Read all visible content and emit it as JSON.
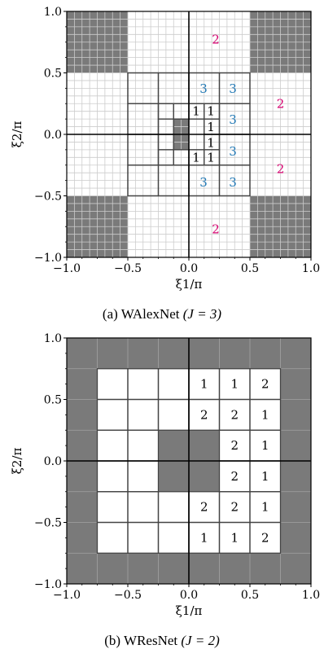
{
  "chart_data": [
    {
      "type": "heatmap",
      "caption": {
        "label": "(a)",
        "name": "WAlexNet",
        "j": "(J = 3)"
      },
      "xlabel": "ξ1/π",
      "ylabel": "ξ2/π",
      "xlim": [
        -1.0,
        1.0
      ],
      "ylim": [
        -1.0,
        1.0
      ],
      "x_ticks": [
        "−1.0",
        "−0.5",
        "0.0",
        "0.5",
        "1.0"
      ],
      "y_ticks": [
        "1.0",
        "0.5",
        "0.0",
        "−0.5",
        "−1.0"
      ],
      "grid": true,
      "minor_grid_step": 0.0625,
      "gray_regions": [
        [
          -1.0,
          0.5,
          -0.5,
          1.0
        ],
        [
          0.5,
          0.5,
          1.0,
          1.0
        ],
        [
          -1.0,
          -1.0,
          -0.5,
          -0.5
        ],
        [
          0.5,
          -1.0,
          1.0,
          -0.5
        ],
        [
          -0.125,
          -0.125,
          0.0,
          0.125
        ]
      ],
      "cells": [
        [
          -0.5,
          -0.5,
          0.5,
          0.5
        ],
        [
          -0.25,
          -0.25,
          0.25,
          0.25
        ],
        [
          -0.125,
          -0.125,
          0.125,
          0.125
        ],
        [
          -0.5,
          0.25,
          -0.25,
          0.5
        ],
        [
          -0.25,
          0.25,
          0.0,
          0.5
        ],
        [
          0.0,
          0.25,
          0.25,
          0.5
        ],
        [
          0.25,
          0.25,
          0.5,
          0.5
        ],
        [
          -0.5,
          0.0,
          -0.25,
          0.25
        ],
        [
          -0.5,
          -0.25,
          -0.25,
          0.0
        ],
        [
          -0.5,
          -0.5,
          -0.25,
          -0.25
        ],
        [
          -0.25,
          -0.5,
          0.0,
          -0.25
        ],
        [
          0.0,
          -0.5,
          0.25,
          -0.25
        ],
        [
          0.25,
          -0.5,
          0.5,
          -0.25
        ],
        [
          0.25,
          0.0,
          0.5,
          0.25
        ],
        [
          0.25,
          -0.25,
          0.5,
          0.0
        ],
        [
          -0.25,
          0.125,
          -0.125,
          0.25
        ],
        [
          -0.125,
          0.125,
          0.0,
          0.25
        ],
        [
          0.0,
          0.125,
          0.125,
          0.25
        ],
        [
          0.125,
          0.125,
          0.25,
          0.25
        ],
        [
          -0.25,
          0.0,
          -0.125,
          0.125
        ],
        [
          -0.25,
          -0.125,
          -0.125,
          0.0
        ],
        [
          -0.25,
          -0.25,
          -0.125,
          -0.125
        ],
        [
          -0.125,
          -0.25,
          0.0,
          -0.125
        ],
        [
          0.0,
          -0.25,
          0.125,
          -0.125
        ],
        [
          0.125,
          -0.25,
          0.25,
          -0.125
        ],
        [
          0.125,
          0.0,
          0.25,
          0.125
        ],
        [
          0.125,
          -0.125,
          0.25,
          0.0
        ]
      ],
      "labels": [
        {
          "x": 0.22,
          "y": 0.77,
          "text": "2",
          "color": "#d6006f"
        },
        {
          "x": 0.75,
          "y": 0.25,
          "text": "2",
          "color": "#d6006f"
        },
        {
          "x": 0.75,
          "y": -0.28,
          "text": "2",
          "color": "#d6006f"
        },
        {
          "x": 0.22,
          "y": -0.77,
          "text": "2",
          "color": "#d6006f"
        },
        {
          "x": 0.12,
          "y": 0.37,
          "text": "3",
          "color": "#1f77b4"
        },
        {
          "x": 0.36,
          "y": 0.37,
          "text": "3",
          "color": "#1f77b4"
        },
        {
          "x": 0.36,
          "y": 0.12,
          "text": "3",
          "color": "#1f77b4"
        },
        {
          "x": 0.36,
          "y": -0.14,
          "text": "3",
          "color": "#1f77b4"
        },
        {
          "x": 0.12,
          "y": -0.39,
          "text": "3",
          "color": "#1f77b4"
        },
        {
          "x": 0.36,
          "y": -0.39,
          "text": "3",
          "color": "#1f77b4"
        },
        {
          "x": 0.06,
          "y": 0.19,
          "text": "1",
          "color": "#000000"
        },
        {
          "x": 0.18,
          "y": 0.19,
          "text": "1",
          "color": "#000000"
        },
        {
          "x": 0.18,
          "y": 0.06,
          "text": "1",
          "color": "#000000"
        },
        {
          "x": 0.18,
          "y": -0.07,
          "text": "1",
          "color": "#000000"
        },
        {
          "x": 0.06,
          "y": -0.19,
          "text": "1",
          "color": "#000000"
        },
        {
          "x": 0.18,
          "y": -0.19,
          "text": "1",
          "color": "#000000"
        }
      ]
    },
    {
      "type": "heatmap",
      "caption": {
        "label": "(b)",
        "name": "WResNet",
        "j": "(J = 2)"
      },
      "xlabel": "ξ1/π",
      "ylabel": "ξ2/π",
      "xlim": [
        -1.0,
        1.0
      ],
      "ylim": [
        -1.0,
        1.0
      ],
      "x_ticks": [
        "−1.0",
        "−0.5",
        "0.0",
        "0.5",
        "1.0"
      ],
      "y_ticks": [
        "1.0",
        "0.5",
        "0.0",
        "−0.5",
        "−1.0"
      ],
      "grid": true,
      "minor_grid_step": 0.25,
      "gray_regions": [
        [
          -1.0,
          -1.0,
          1.0,
          1.0
        ],
        [
          -0.25,
          -0.25,
          0.25,
          0.25
        ]
      ],
      "white_regions": [
        [
          -0.75,
          -0.75,
          0.75,
          0.75
        ]
      ],
      "cell_grid": {
        "x0": -0.75,
        "x1": 0.75,
        "y0": -0.75,
        "y1": 0.75,
        "step": 0.25,
        "skip_center": [
          -0.25,
          -0.25,
          0.25,
          0.25
        ]
      },
      "labels": [
        {
          "x": 0.125,
          "y": 0.625,
          "text": "1",
          "color": "#000000"
        },
        {
          "x": 0.375,
          "y": 0.625,
          "text": "1",
          "color": "#000000"
        },
        {
          "x": 0.625,
          "y": 0.625,
          "text": "2",
          "color": "#000000"
        },
        {
          "x": 0.125,
          "y": 0.375,
          "text": "2",
          "color": "#000000"
        },
        {
          "x": 0.375,
          "y": 0.375,
          "text": "2",
          "color": "#000000"
        },
        {
          "x": 0.625,
          "y": 0.375,
          "text": "1",
          "color": "#000000"
        },
        {
          "x": 0.375,
          "y": 0.125,
          "text": "2",
          "color": "#000000"
        },
        {
          "x": 0.625,
          "y": 0.125,
          "text": "1",
          "color": "#000000"
        },
        {
          "x": 0.375,
          "y": -0.125,
          "text": "2",
          "color": "#000000"
        },
        {
          "x": 0.625,
          "y": -0.125,
          "text": "1",
          "color": "#000000"
        },
        {
          "x": 0.125,
          "y": -0.375,
          "text": "2",
          "color": "#000000"
        },
        {
          "x": 0.375,
          "y": -0.375,
          "text": "2",
          "color": "#000000"
        },
        {
          "x": 0.625,
          "y": -0.375,
          "text": "1",
          "color": "#000000"
        },
        {
          "x": 0.125,
          "y": -0.625,
          "text": "1",
          "color": "#000000"
        },
        {
          "x": 0.375,
          "y": -0.625,
          "text": "1",
          "color": "#000000"
        },
        {
          "x": 0.625,
          "y": -0.625,
          "text": "2",
          "color": "#000000"
        }
      ]
    }
  ],
  "colors": {
    "gray": "#7a7a7a",
    "grid_minor": "#cccccc",
    "frame": "#000000"
  }
}
